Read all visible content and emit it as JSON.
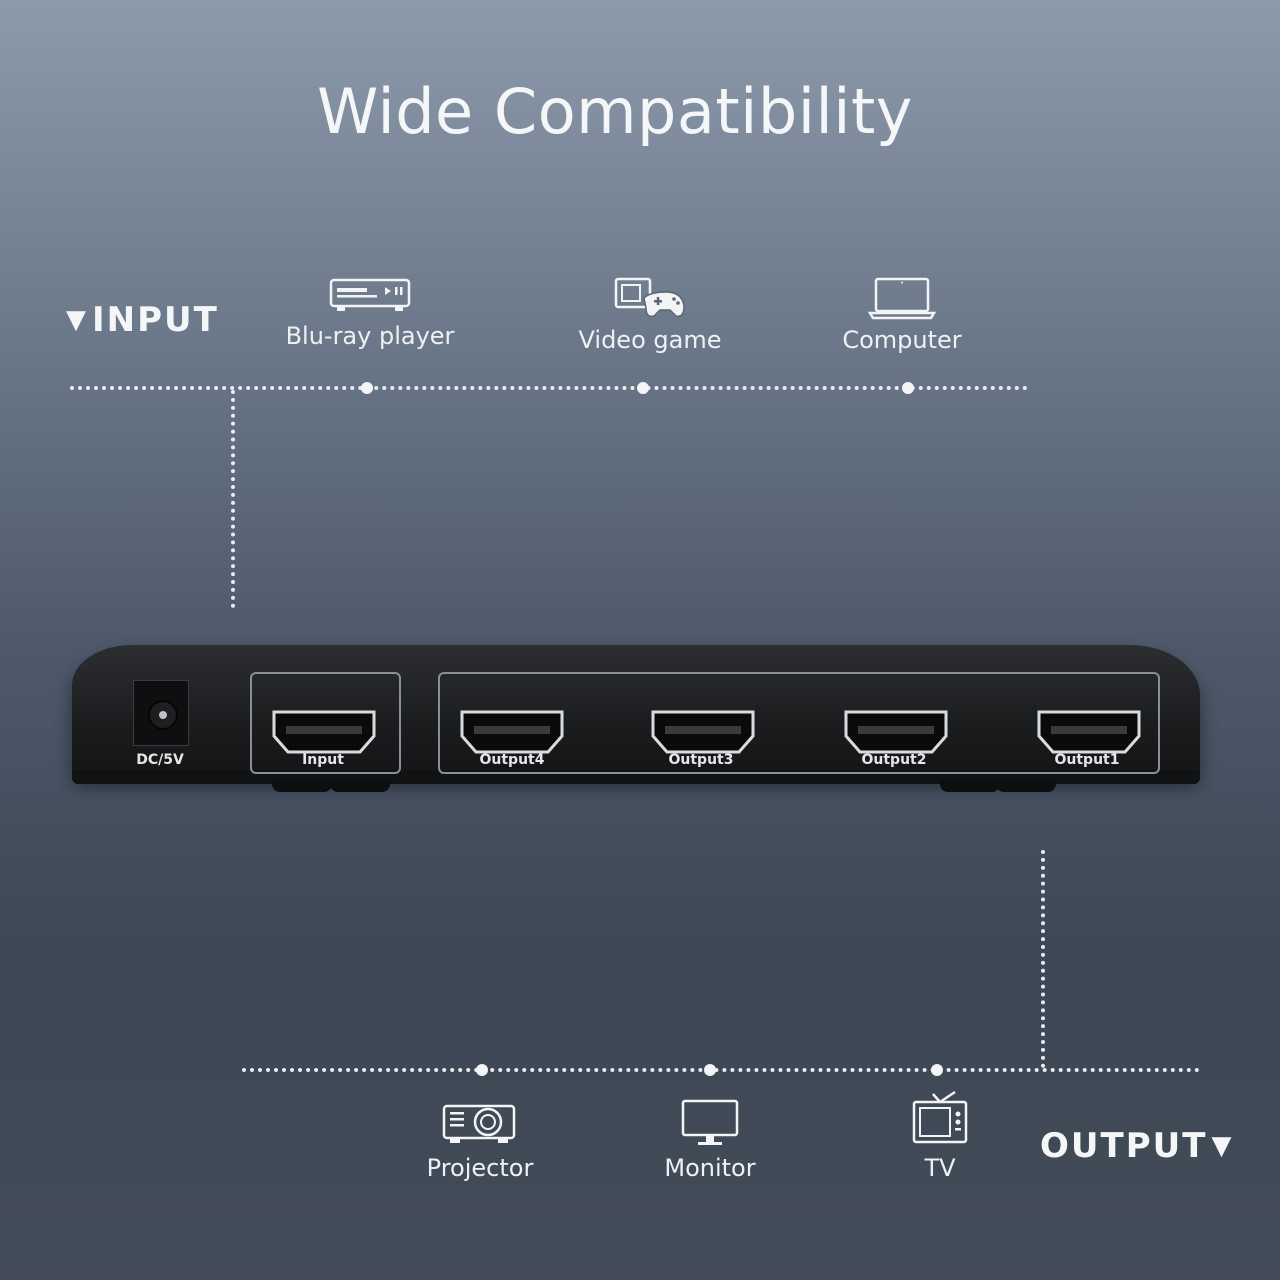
{
  "title": "Wide Compatibility",
  "input": {
    "label": "INPUT",
    "arrow": "▼",
    "devices": [
      {
        "label": "Blu-ray player",
        "icon": "blu-ray-player-icon"
      },
      {
        "label": "Video game",
        "icon": "video-game-icon"
      },
      {
        "label": "Computer",
        "icon": "computer-icon"
      }
    ]
  },
  "splitter": {
    "power_label": "DC/5V",
    "ports": [
      "Input",
      "Output4",
      "Output3",
      "Output2",
      "Output1"
    ]
  },
  "output": {
    "label": "OUTPUT",
    "arrow": "▼",
    "devices": [
      {
        "label": "Projector",
        "icon": "projector-icon"
      },
      {
        "label": "Monitor",
        "icon": "monitor-icon"
      },
      {
        "label": "TV",
        "icon": "tv-icon"
      }
    ]
  }
}
